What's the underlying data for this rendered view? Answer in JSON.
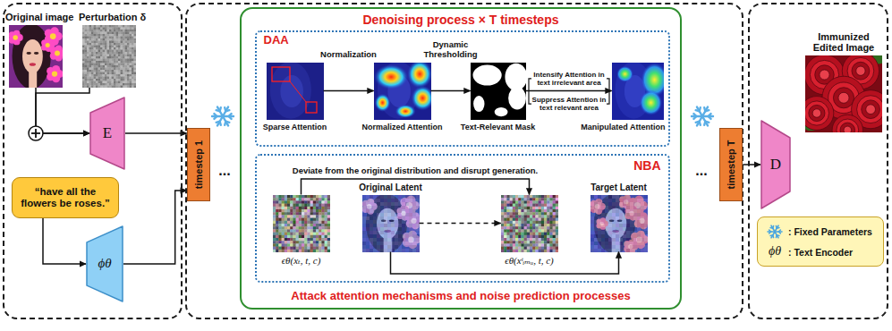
{
  "diagram": {
    "nodes": [
      {
        "text": []
      },
      {
        "text": [
          "Original image"
        ],
        "in": 0
      },
      {
        "text": [
          "Perturbation δ"
        ],
        "in": 0
      },
      {
        "text": [
          "E"
        ],
        "in": 0
      },
      {
        "text": [
          "“have all the flowers be roses.”"
        ],
        "in": 0
      },
      {
        "text": [
          "ϕθ"
        ],
        "in": 0
      },
      {
        "text": []
      },
      {
        "text": [
          "timestep 1"
        ],
        "in": 6
      },
      {
        "text": [
          "Denoising process × T timesteps",
          "Attack attention mechanisms and noise prediction processes"
        ],
        "in": 6
      },
      {
        "text": [
          "DAA"
        ],
        "in": 8
      },
      {
        "text": [
          "Sparse Attention"
        ],
        "in": 9
      },
      {
        "text": [
          "Normalized Attention"
        ],
        "in": 9
      },
      {
        "text": [
          "Text-Relevant Mask"
        ],
        "in": 9
      },
      {
        "text": [
          "Manipulated Attention"
        ],
        "in": 9
      },
      {
        "text": [
          "NBA"
        ],
        "in": 8
      },
      {
        "text": [
          "ϵθ(xₜ, t, c)"
        ],
        "in": 14
      },
      {
        "text": [
          "Original Latent"
        ],
        "in": 14
      },
      {
        "text": [
          "ϵθ(xᵗᵢₘᵤ, t, c)"
        ],
        "in": 14
      },
      {
        "text": [
          "Target Latent"
        ],
        "in": 14
      },
      {
        "text": [
          "timestep T"
        ],
        "in": 6
      },
      {
        "text": []
      },
      {
        "text": [
          "D"
        ],
        "in": 20
      },
      {
        "text": [
          "Immunized Edited Image"
        ],
        "in": 20
      }
    ],
    "edges": [
      {
        "from": 1,
        "to": 3,
        "arrow": "to"
      },
      {
        "from": 2,
        "to": 3,
        "arrow": "to"
      },
      {
        "from": 3,
        "to": 7,
        "arrow": "to"
      },
      {
        "from": 4,
        "to": 5,
        "arrow": "to"
      },
      {
        "from": 5,
        "to": 7,
        "arrow": "to"
      },
      {
        "from": 10,
        "to": 11,
        "label": "Normalization",
        "arrow": "to"
      },
      {
        "from": 11,
        "to": 12,
        "label": "Dynamic Thresholding",
        "arrow": "to"
      },
      {
        "from": 12,
        "to": 13,
        "arrow": "to"
      },
      {
        "from": 15,
        "to": 17,
        "label": "Deviate from the original distribution and disrupt generation.",
        "arrow": "to"
      },
      {
        "from": 16,
        "to": 17,
        "arrow": "to"
      },
      {
        "from": 16,
        "to": 18,
        "arrow": "to"
      },
      {
        "from": 19,
        "to": 21,
        "arrow": "to"
      }
    ],
    "labels": [
      "...",
      "...",
      "Intensify Attention in text irrelevant area",
      "Suppress Attention in text relevant area",
      "ϕθ"
    ],
    "legend": [
      {
        "text": ": Fixed Parameters"
      },
      {
        "text": ": Text Encoder"
      }
    ]
  }
}
